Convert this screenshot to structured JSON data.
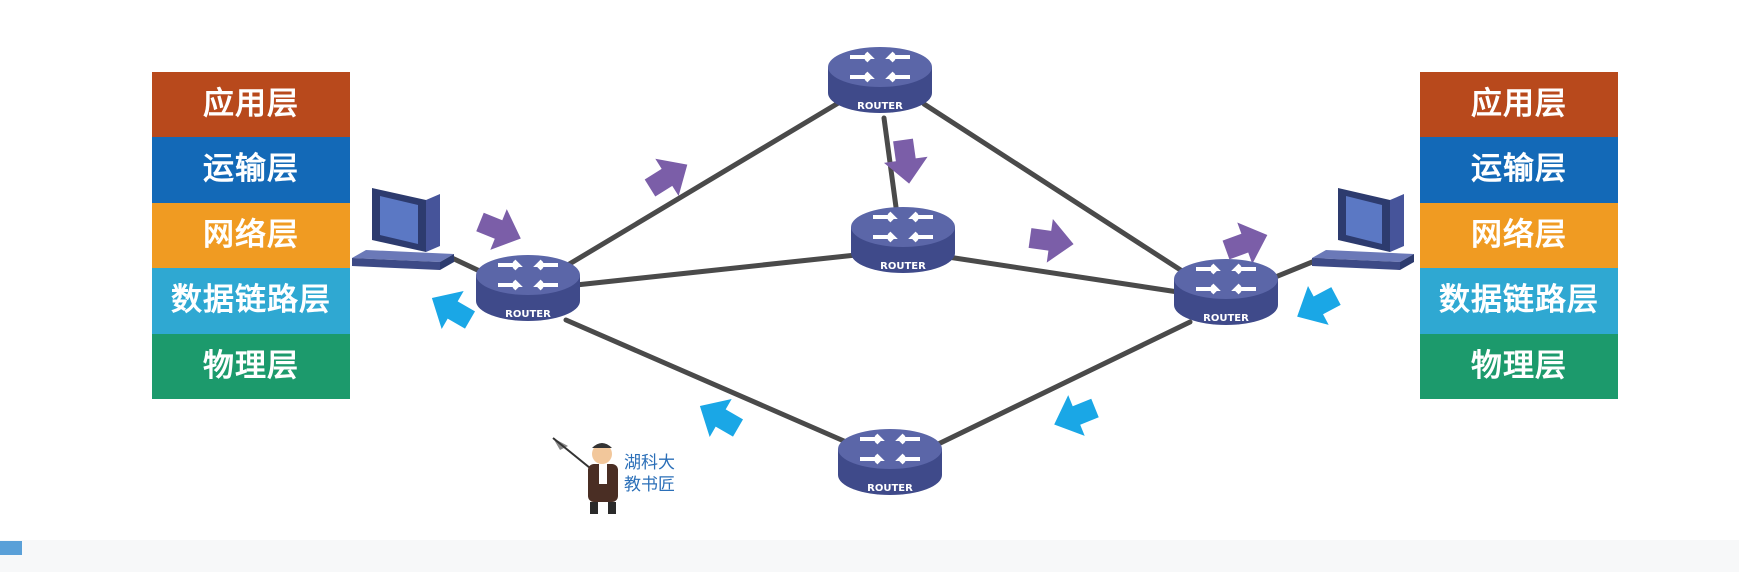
{
  "stack_left": {
    "layers": [
      {
        "label": "应用层",
        "color": "#b8491c"
      },
      {
        "label": "运输层",
        "color": "#1369b7"
      },
      {
        "label": "网络层",
        "color": "#f09b22"
      },
      {
        "label": "数据链路层",
        "color": "#2fa8d2"
      },
      {
        "label": "物理层",
        "color": "#1c9a6c"
      }
    ]
  },
  "stack_right": {
    "layers": [
      {
        "label": "应用层",
        "color": "#b8491c"
      },
      {
        "label": "运输层",
        "color": "#1369b7"
      },
      {
        "label": "网络层",
        "color": "#f09b22"
      },
      {
        "label": "数据链路层",
        "color": "#2fa8d2"
      },
      {
        "label": "物理层",
        "color": "#1c9a6c"
      }
    ]
  },
  "routers": {
    "label": "ROUTER",
    "color": "#5b66a8"
  },
  "arrows": {
    "forward_color": "#7b5ea8",
    "return_color": "#1aa7e6"
  },
  "watermark": {
    "text": "湖科大\n教书匠"
  }
}
